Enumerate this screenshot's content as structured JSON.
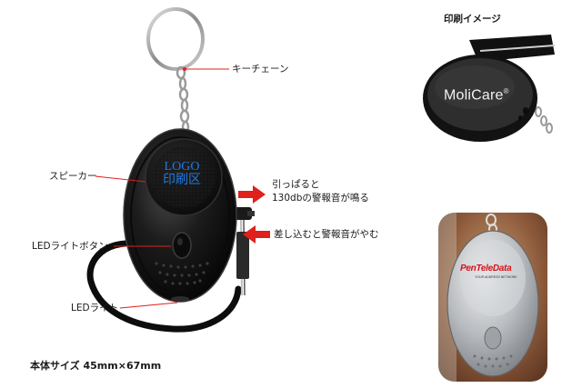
{
  "labels": {
    "keychain": "キーチェーン",
    "speaker": "スピーカー",
    "led_button": "LEDライトボタン",
    "led_light": "LEDライト",
    "pull_line1": "引っぱると",
    "pull_line2": "130dbの警報音が鳴る",
    "insert": "差し込むと警報音がやむ",
    "size": "本体サイズ  45mm×67mm",
    "print_image": "印刷イメージ"
  },
  "device": {
    "logo_line1": "LOGO",
    "logo_line2": "印刷区"
  },
  "samples": {
    "black_brand": "MoliCare",
    "black_brand_mark": "®",
    "silver_brand": "PenTeleData",
    "silver_subtext": "YOUR ADDRESS NETWORK"
  },
  "colors": {
    "label_red": "#d4130f",
    "logo_blue": "#1f7ae0",
    "arrow_red": "#e0201a",
    "device_black": "#151515"
  }
}
